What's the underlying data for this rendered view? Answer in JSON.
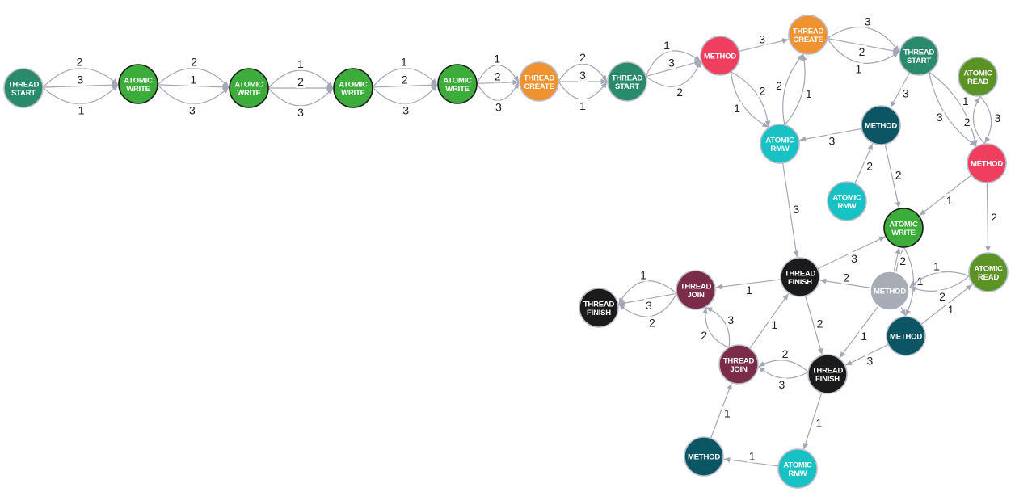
{
  "graph": {
    "node_types": {
      "thread_start": {
        "lines": [
          "THREAD",
          "START"
        ],
        "color": "#2a8a6c",
        "stroke": "#b9bdc9"
      },
      "thread_create": {
        "lines": [
          "THREAD",
          "CREATE"
        ],
        "color": "#f0922f",
        "stroke": "#b9bdc9"
      },
      "atomic_write": {
        "lines": [
          "ATOMIC",
          "WRITE"
        ],
        "color": "#3cac3a",
        "stroke": "#1a1a1a"
      },
      "method_red": {
        "lines": [
          "METHOD"
        ],
        "color": "#f03e5e",
        "stroke": "#b9bdc9"
      },
      "method_teal": {
        "lines": [
          "METHOD"
        ],
        "color": "#0b5565",
        "stroke": "#b9bdc9"
      },
      "method_grey": {
        "lines": [
          "METHOD"
        ],
        "color": "#a8acb6",
        "stroke": "#ffffff"
      },
      "atomic_rmw": {
        "lines": [
          "ATOMIC",
          "RMW"
        ],
        "color": "#18c2c4",
        "stroke": "#b9bdc9"
      },
      "atomic_read": {
        "lines": [
          "ATOMIC",
          "READ"
        ],
        "color": "#5b9424",
        "stroke": "#b9bdc9"
      },
      "thread_finish": {
        "lines": [
          "THREAD",
          "FINISH"
        ],
        "color": "#1b1b1b",
        "stroke": "#b9bdc9"
      },
      "thread_join": {
        "lines": [
          "THREAD",
          "JOIN"
        ],
        "color": "#7a2c48",
        "stroke": "#b9bdc9"
      }
    },
    "nodes": [
      {
        "id": "n1",
        "type": "thread_start"
      },
      {
        "id": "n2",
        "type": "atomic_write"
      },
      {
        "id": "n3",
        "type": "atomic_write"
      },
      {
        "id": "n4",
        "type": "atomic_write"
      },
      {
        "id": "n5",
        "type": "atomic_write"
      },
      {
        "id": "n6",
        "type": "thread_create"
      },
      {
        "id": "n7",
        "type": "thread_start"
      },
      {
        "id": "n8",
        "type": "method_red"
      },
      {
        "id": "n9",
        "type": "thread_create"
      },
      {
        "id": "n10",
        "type": "thread_start"
      },
      {
        "id": "n11",
        "type": "atomic_read"
      },
      {
        "id": "n12",
        "type": "method_teal"
      },
      {
        "id": "n13",
        "type": "atomic_rmw"
      },
      {
        "id": "n14",
        "type": "method_red"
      },
      {
        "id": "n15",
        "type": "atomic_rmw"
      },
      {
        "id": "n16",
        "type": "atomic_write"
      },
      {
        "id": "n17",
        "type": "thread_finish"
      },
      {
        "id": "n18",
        "type": "thread_join"
      },
      {
        "id": "n19",
        "type": "thread_finish"
      },
      {
        "id": "n20",
        "type": "method_grey"
      },
      {
        "id": "n21",
        "type": "atomic_read"
      },
      {
        "id": "n22",
        "type": "method_teal"
      },
      {
        "id": "n23",
        "type": "thread_join"
      },
      {
        "id": "n24",
        "type": "thread_finish"
      },
      {
        "id": "n25",
        "type": "method_teal"
      },
      {
        "id": "n26",
        "type": "atomic_rmw"
      }
    ],
    "edges": [
      {
        "from": "n1",
        "to": "n2",
        "label": "2"
      },
      {
        "from": "n1",
        "to": "n2",
        "label": "3"
      },
      {
        "from": "n1",
        "to": "n2",
        "label": "1"
      },
      {
        "from": "n2",
        "to": "n3",
        "label": "2"
      },
      {
        "from": "n2",
        "to": "n3",
        "label": "1"
      },
      {
        "from": "n2",
        "to": "n3",
        "label": "3"
      },
      {
        "from": "n3",
        "to": "n4",
        "label": "1"
      },
      {
        "from": "n3",
        "to": "n4",
        "label": "2"
      },
      {
        "from": "n3",
        "to": "n4",
        "label": "3"
      },
      {
        "from": "n4",
        "to": "n5",
        "label": "1"
      },
      {
        "from": "n4",
        "to": "n5",
        "label": "2"
      },
      {
        "from": "n4",
        "to": "n5",
        "label": "3"
      },
      {
        "from": "n5",
        "to": "n6",
        "label": "1"
      },
      {
        "from": "n5",
        "to": "n6",
        "label": "2"
      },
      {
        "from": "n5",
        "to": "n6",
        "label": "3"
      },
      {
        "from": "n6",
        "to": "n7",
        "label": "2"
      },
      {
        "from": "n6",
        "to": "n7",
        "label": "3"
      },
      {
        "from": "n6",
        "to": "n7",
        "label": "1"
      },
      {
        "from": "n7",
        "to": "n8",
        "label": "1"
      },
      {
        "from": "n7",
        "to": "n8",
        "label": "3"
      },
      {
        "from": "n7",
        "to": "n8",
        "label": "2"
      },
      {
        "from": "n8",
        "to": "n9",
        "label": "3"
      },
      {
        "from": "n9",
        "to": "n10",
        "label": "1"
      },
      {
        "from": "n9",
        "to": "n10",
        "label": "2"
      },
      {
        "from": "n9",
        "to": "n10",
        "label": "3"
      },
      {
        "from": "n8",
        "to": "n13",
        "label": "1"
      },
      {
        "from": "n8",
        "to": "n13",
        "label": "2"
      },
      {
        "from": "n13",
        "to": "n9",
        "label": "2"
      },
      {
        "from": "n13",
        "to": "n9",
        "label": "1"
      },
      {
        "from": "n12",
        "to": "n13",
        "label": "3"
      },
      {
        "from": "n10",
        "to": "n12",
        "label": "3"
      },
      {
        "from": "n10",
        "to": "n14",
        "label": "1"
      },
      {
        "from": "n10",
        "to": "n14",
        "label": "3"
      },
      {
        "from": "n11",
        "to": "n14",
        "label": "3"
      },
      {
        "from": "n14",
        "to": "n11",
        "label": "2"
      },
      {
        "from": "n15",
        "to": "n12",
        "label": "2"
      },
      {
        "from": "n12",
        "to": "n16",
        "label": "2"
      },
      {
        "from": "n14",
        "to": "n16",
        "label": "1"
      },
      {
        "from": "n14",
        "to": "n21",
        "label": "2"
      },
      {
        "from": "n13",
        "to": "n17",
        "label": "3"
      },
      {
        "from": "n17",
        "to": "n16",
        "label": "3"
      },
      {
        "from": "n16",
        "to": "n22",
        "label": "1"
      },
      {
        "from": "n16",
        "to": "n22",
        "label": "2"
      },
      {
        "from": "n20",
        "to": "n16",
        "label": "2"
      },
      {
        "from": "n21",
        "to": "n20",
        "label": "1"
      },
      {
        "from": "n21",
        "to": "n20",
        "label": "2"
      },
      {
        "from": "n22",
        "to": "n21",
        "label": "1"
      },
      {
        "from": "n20",
        "to": "n17",
        "label": "2"
      },
      {
        "from": "n17",
        "to": "n18",
        "label": "1"
      },
      {
        "from": "n18",
        "to": "n19",
        "label": "2"
      },
      {
        "from": "n18",
        "to": "n19",
        "label": "3"
      },
      {
        "from": "n18",
        "to": "n19",
        "label": "1"
      },
      {
        "from": "n17",
        "to": "n24",
        "label": "2"
      },
      {
        "from": "n23",
        "to": "n17",
        "label": "1"
      },
      {
        "from": "n23",
        "to": "n18",
        "label": "3"
      },
      {
        "from": "n23",
        "to": "n18",
        "label": "2"
      },
      {
        "from": "n24",
        "to": "n23",
        "label": "2"
      },
      {
        "from": "n24",
        "to": "n23",
        "label": "3"
      },
      {
        "from": "n20",
        "to": "n24",
        "label": "1"
      },
      {
        "from": "n22",
        "to": "n24",
        "label": "3"
      },
      {
        "from": "n24",
        "to": "n26",
        "label": "1"
      },
      {
        "from": "n26",
        "to": "n25",
        "label": "1"
      },
      {
        "from": "n25",
        "to": "n23",
        "label": "1"
      }
    ]
  }
}
